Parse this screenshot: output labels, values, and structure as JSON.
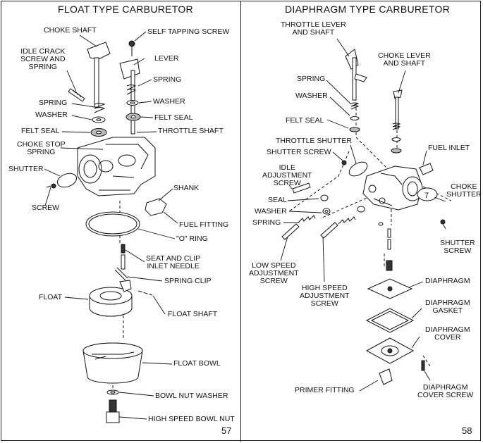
{
  "left": {
    "title": "FLOAT TYPE CARBURETOR",
    "page": "57",
    "labels": {
      "choke_shaft": "CHOKE SHAFT",
      "self_tapping_screw": "SELF TAPPING SCREW",
      "idle_crack": "IDLE CRACK\nSCREW AND\nSPRING",
      "lever": "LEVER",
      "spring_r": "SPRING",
      "washer_r": "WASHER",
      "spring_l": "SPRING",
      "washer_l": "WASHER",
      "felt_seal_r": "FELT SEAL",
      "felt_seal_l": "FELT SEAL",
      "throttle_shaft": "THROTTLE SHAFT",
      "choke_stop": "CHOKE STOP\nSPRING",
      "shutter": "SHUTTER",
      "shank": "SHANK",
      "screw": "SCREW",
      "fuel_fitting": "FUEL FITTING",
      "o_ring": "\"O\" RING",
      "seat_clip": "SEAT AND CLIP\nINLET NEEDLE",
      "spring_clip": "SPRING CLIP",
      "float": "FLOAT",
      "float_shaft": "FLOAT SHAFT",
      "float_bowl": "FLOAT BOWL",
      "bowl_nut_washer": "BOWL NUT WASHER",
      "high_speed_bowl_nut": "HIGH SPEED BOWL NUT"
    }
  },
  "right": {
    "title": "DIAPHRAGM TYPE CARBURETOR",
    "page": "58",
    "labels": {
      "throttle_lever": "THROTTLE LEVER\nAND SHAFT",
      "choke_lever": "CHOKE LEVER\nAND SHAFT",
      "spring_top": "SPRING",
      "washer_top": "WASHER",
      "felt_seal": "FELT SEAL",
      "throttle_shutter": "THROTTLE SHUTTER",
      "shutter_screw": "SHUTTER SCREW",
      "fuel_inlet": "FUEL INLET",
      "idle_adjust": "IDLE\nADJUSTMENT\nSCREW",
      "choke_shutter": "CHOKE\nSHUTTER",
      "seal": "SEAL",
      "washer": "WASHER",
      "spring": "SPRING",
      "shutter_screw_r": "SHUTTER\nSCREW",
      "low_speed": "LOW SPEED\nADJUSTMENT\nSCREW",
      "high_speed": "HIGH SPEED\nADJUSTMENT\nSCREW",
      "diaphragm": "DIAPHRAGM",
      "diaphragm_gasket": "DIAPHRAGM\nGASKET",
      "diaphragm_cover": "DIAPHRAGM\nCOVER",
      "primer_fitting": "PRIMER FITTING",
      "diaphragm_cover_screw": "DIAPHRAGM\nCOVER SCREW"
    }
  }
}
